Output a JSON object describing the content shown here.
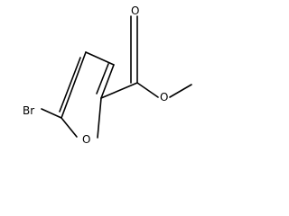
{
  "molecule": {
    "atoms": {
      "bromine": "Br",
      "ring_oxygen": "O",
      "carbonyl_oxygen": "O",
      "ester_oxygen": "O"
    }
  }
}
